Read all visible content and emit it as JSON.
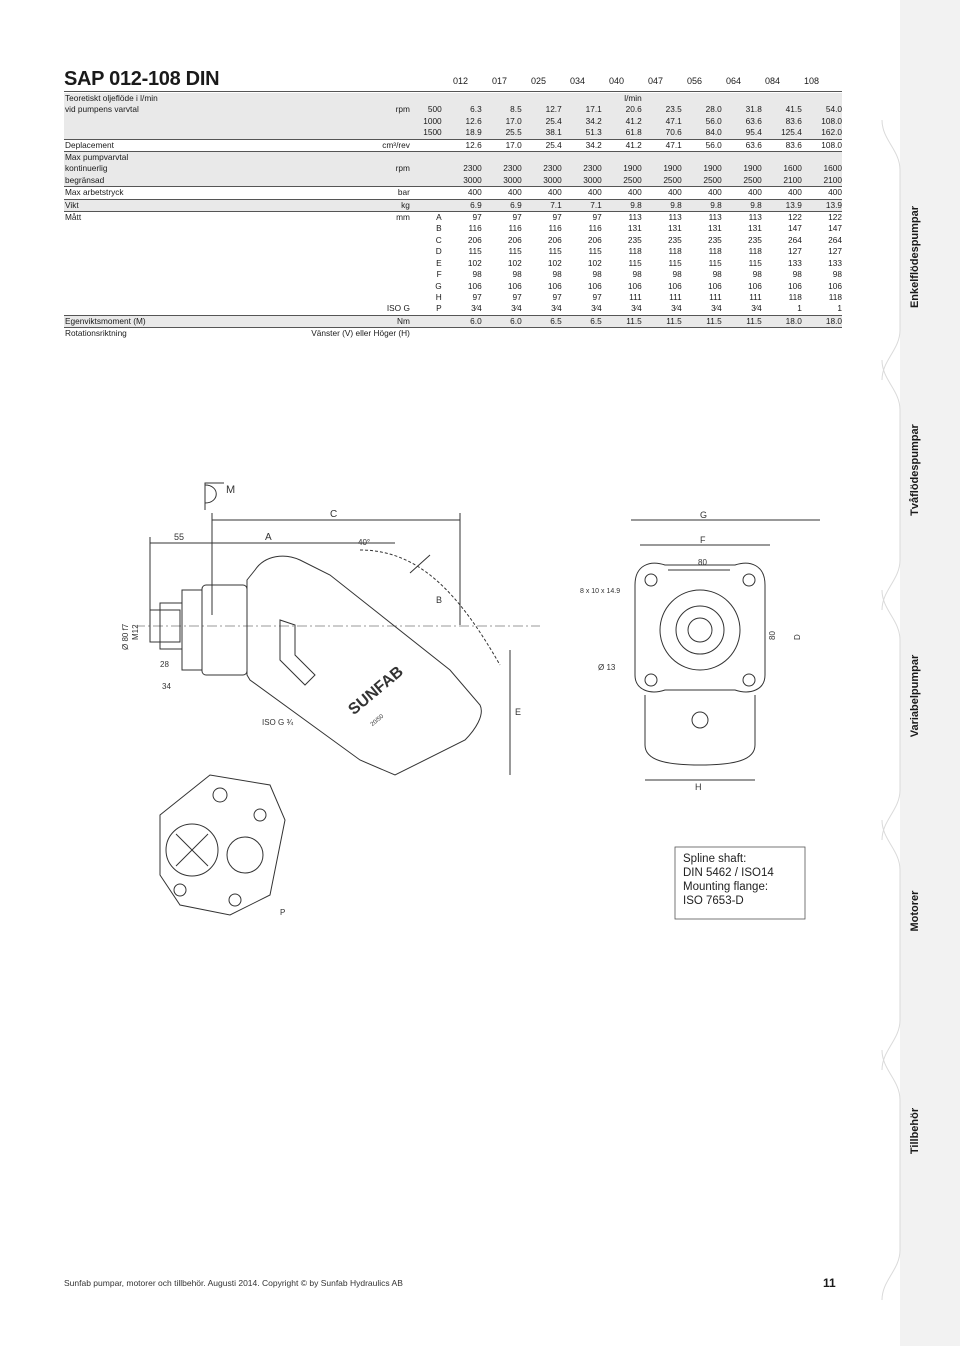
{
  "title": "SAP 012-108 DIN",
  "columns": [
    "012",
    "017",
    "025",
    "034",
    "040",
    "047",
    "056",
    "064",
    "084",
    "108"
  ],
  "flow_unit": "l/min",
  "rows": [
    {
      "label": "Teoretiskt oljeflöde i l/min",
      "unit": "",
      "sub": "",
      "values": [
        "",
        "",
        "",
        "",
        "l/min",
        "",
        "",
        "",
        "",
        ""
      ],
      "gray": true,
      "sep": false
    },
    {
      "label": "vid pumpens varvtal",
      "unit": "rpm",
      "sub": "500",
      "values": [
        "6.3",
        "8.5",
        "12.7",
        "17.1",
        "20.6",
        "23.5",
        "28.0",
        "31.8",
        "41.5",
        "54.0"
      ],
      "gray": true,
      "sep": false
    },
    {
      "label": "",
      "unit": "",
      "sub": "1000",
      "values": [
        "12.6",
        "17.0",
        "25.4",
        "34.2",
        "41.2",
        "47.1",
        "56.0",
        "63.6",
        "83.6",
        "108.0"
      ],
      "gray": true,
      "sep": false
    },
    {
      "label": "",
      "unit": "",
      "sub": "1500",
      "values": [
        "18.9",
        "25.5",
        "38.1",
        "51.3",
        "61.8",
        "70.6",
        "84.0",
        "95.4",
        "125.4",
        "162.0"
      ],
      "gray": true,
      "sep": false
    },
    {
      "label": "Deplacement",
      "unit": "cm³/rev",
      "sub": "",
      "values": [
        "12.6",
        "17.0",
        "25.4",
        "34.2",
        "41.2",
        "47.1",
        "56.0",
        "63.6",
        "83.6",
        "108.0"
      ],
      "gray": false,
      "sep": true
    },
    {
      "label": "Max pumpvarvtal",
      "unit": "",
      "sub": "",
      "values": [
        "",
        "",
        "",
        "",
        "",
        "",
        "",
        "",
        "",
        ""
      ],
      "gray": true,
      "sep": true
    },
    {
      "label": "kontinuerlig",
      "unit": "rpm",
      "sub": "",
      "values": [
        "2300",
        "2300",
        "2300",
        "2300",
        "1900",
        "1900",
        "1900",
        "1900",
        "1600",
        "1600"
      ],
      "gray": true,
      "sep": false
    },
    {
      "label": "begränsad",
      "unit": "",
      "sub": "",
      "values": [
        "3000",
        "3000",
        "3000",
        "3000",
        "2500",
        "2500",
        "2500",
        "2500",
        "2100",
        "2100"
      ],
      "gray": true,
      "sep": false
    },
    {
      "label": "Max arbetstryck",
      "unit": "bar",
      "sub": "",
      "values": [
        "400",
        "400",
        "400",
        "400",
        "400",
        "400",
        "400",
        "400",
        "400",
        "400"
      ],
      "gray": false,
      "sep": true
    },
    {
      "label": "Vikt",
      "unit": "kg",
      "sub": "",
      "values": [
        "6.9",
        "6.9",
        "7.1",
        "7.1",
        "9.8",
        "9.8",
        "9.8",
        "9.8",
        "13.9",
        "13.9"
      ],
      "gray": true,
      "sep": true
    },
    {
      "label": "Mått",
      "unit": "mm",
      "sub": "A",
      "values": [
        "97",
        "97",
        "97",
        "97",
        "113",
        "113",
        "113",
        "113",
        "122",
        "122"
      ],
      "gray": false,
      "sep": true
    },
    {
      "label": "",
      "unit": "",
      "sub": "B",
      "values": [
        "116",
        "116",
        "116",
        "116",
        "131",
        "131",
        "131",
        "131",
        "147",
        "147"
      ],
      "gray": false,
      "sep": false
    },
    {
      "label": "",
      "unit": "",
      "sub": "C",
      "values": [
        "206",
        "206",
        "206",
        "206",
        "235",
        "235",
        "235",
        "235",
        "264",
        "264"
      ],
      "gray": false,
      "sep": false
    },
    {
      "label": "",
      "unit": "",
      "sub": "D",
      "values": [
        "115",
        "115",
        "115",
        "115",
        "118",
        "118",
        "118",
        "118",
        "127",
        "127"
      ],
      "gray": false,
      "sep": false
    },
    {
      "label": "",
      "unit": "",
      "sub": "E",
      "values": [
        "102",
        "102",
        "102",
        "102",
        "115",
        "115",
        "115",
        "115",
        "133",
        "133"
      ],
      "gray": false,
      "sep": false
    },
    {
      "label": "",
      "unit": "",
      "sub": "F",
      "values": [
        "98",
        "98",
        "98",
        "98",
        "98",
        "98",
        "98",
        "98",
        "98",
        "98"
      ],
      "gray": false,
      "sep": false
    },
    {
      "label": "",
      "unit": "",
      "sub": "G",
      "values": [
        "106",
        "106",
        "106",
        "106",
        "106",
        "106",
        "106",
        "106",
        "106",
        "106"
      ],
      "gray": false,
      "sep": false
    },
    {
      "label": "",
      "unit": "",
      "sub": "H",
      "values": [
        "97",
        "97",
        "97",
        "97",
        "111",
        "111",
        "111",
        "111",
        "118",
        "118"
      ],
      "gray": false,
      "sep": false
    },
    {
      "label": "",
      "unit": "ISO G",
      "sub": "P",
      "values": [
        "3⁄4",
        "3⁄4",
        "3⁄4",
        "3⁄4",
        "3⁄4",
        "3⁄4",
        "3⁄4",
        "3⁄4",
        "1",
        "1"
      ],
      "gray": false,
      "sep": false
    },
    {
      "label": "Egenviktsmoment (M)",
      "unit": "Nm",
      "sub": "",
      "values": [
        "6.0",
        "6.0",
        "6.5",
        "6.5",
        "11.5",
        "11.5",
        "11.5",
        "11.5",
        "18.0",
        "18.0"
      ],
      "gray": true,
      "sep": true
    },
    {
      "label": "Rotationsriktning",
      "unit": "Vänster (V) eller Höger (H)",
      "sub": "",
      "values": [
        "",
        "",
        "",
        "",
        "",
        "",
        "",
        "",
        "",
        ""
      ],
      "gray": false,
      "sep": true
    }
  ],
  "side_tabs": [
    "Enkelflödespumpar",
    "Tvåflödespumpar",
    "Variabelpumpar",
    "Motorer",
    "Tillbehör"
  ],
  "drawing": {
    "labels": {
      "M": "M",
      "C": "C",
      "A": "A",
      "B": "B",
      "P": "P",
      "E": "E",
      "G": "G",
      "F": "F",
      "D": "D",
      "H": "H",
      "dim55": "55",
      "dim28": "28",
      "dim34": "34",
      "dim80f7": "Ø 80 f7",
      "m12": "M12",
      "iso": "ISO G ¾",
      "angle": "40°",
      "bolt": "8 x 10 x 14.9",
      "phi13": "Ø 13",
      "dim80": "80",
      "dim80b": "80",
      "brand": "SUNFAB",
      "model": "20/50"
    },
    "note_lines": [
      "Spline shaft:",
      "DIN 5462 / ISO14",
      "Mounting flange:",
      "ISO 7653-D"
    ]
  },
  "footer": "Sunfab pumpar, motorer och tillbehör. Augusti 2014. Copyright © by Sunfab Hydraulics AB",
  "page_number": "11",
  "colors": {
    "gray_row": "#e9e9e9",
    "tab_bg": "#f4f4f4",
    "text": "#1a1a1a"
  }
}
